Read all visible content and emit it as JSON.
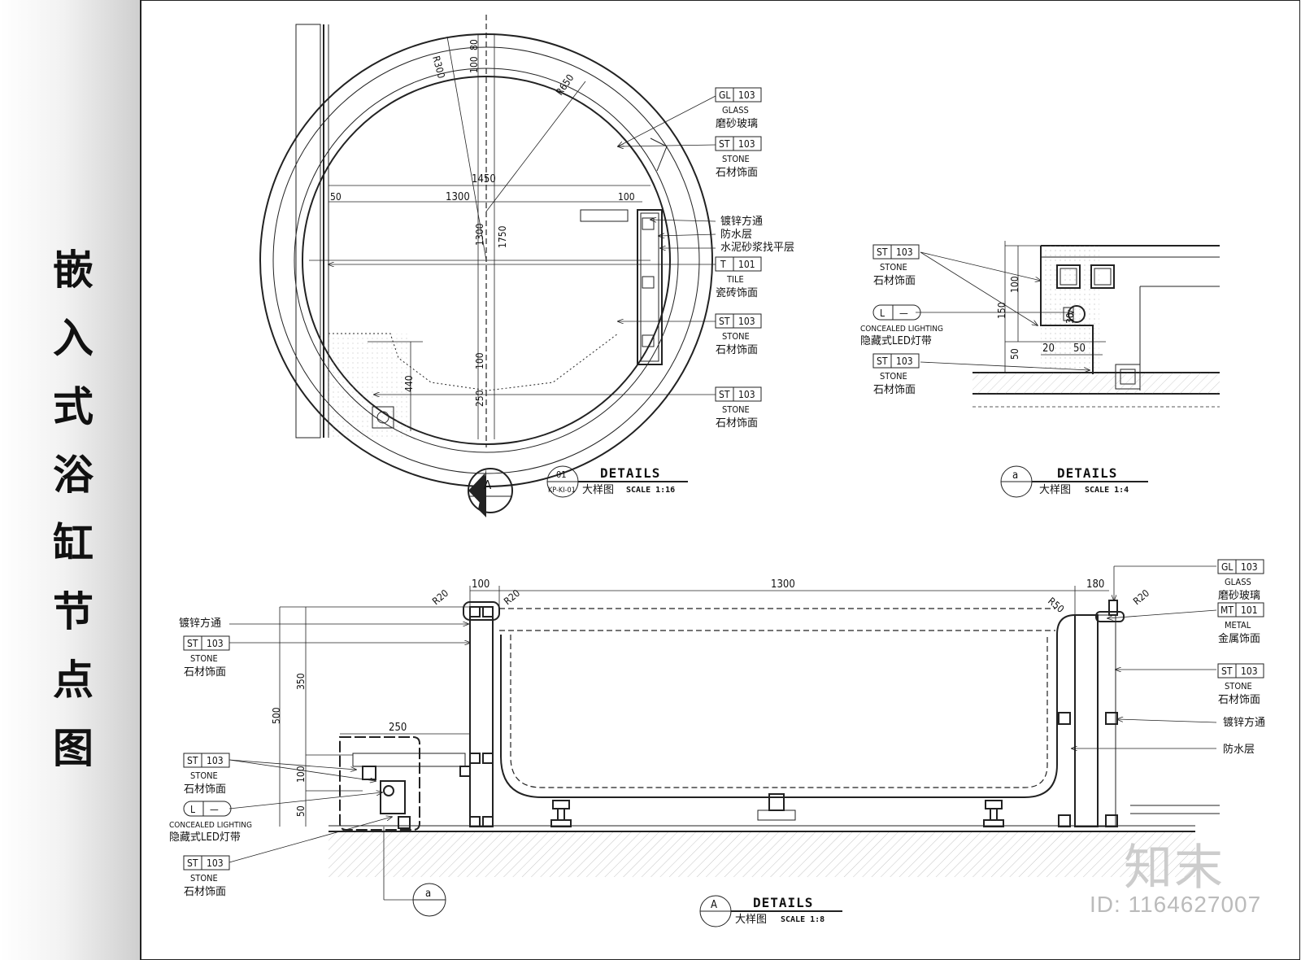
{
  "title_chars": [
    "嵌",
    "入",
    "式",
    "浴",
    "缸",
    "节",
    "点",
    "图"
  ],
  "plan": {
    "dims": {
      "r300": "R300",
      "r650": "R650",
      "d100": "100",
      "d80": "80",
      "w1450": "1450",
      "w1300": "1300",
      "w50": "50",
      "w100": "100",
      "h1300": "1300",
      "h1750": "1750",
      "h100": "100",
      "h250": "250",
      "h440": "440"
    },
    "notes": [
      "镀锌方通",
      "防水层",
      "水泥砂浆找平层"
    ],
    "tags": [
      {
        "code": "GL",
        "num": "103",
        "en": "GLASS",
        "cn": "磨砂玻璃"
      },
      {
        "code": "ST",
        "num": "103",
        "en": "STONE",
        "cn": "石材饰面"
      },
      {
        "code": "T",
        "num": "101",
        "en": "TILE",
        "cn": "瓷砖饰面"
      },
      {
        "code": "ST",
        "num": "103",
        "en": "STONE",
        "cn": "石材饰面"
      },
      {
        "code": "ST",
        "num": "103",
        "en": "STONE",
        "cn": "石材饰面"
      }
    ],
    "section_marker": "A",
    "caption": {
      "num": "01",
      "ref": "KP-KI-01",
      "title": "DETAILS",
      "cn": "大样图",
      "scale": "SCALE 1:16"
    }
  },
  "detail_a": {
    "dims": {
      "h100": "100",
      "h150": "150",
      "h50": "50",
      "w20": "20",
      "w50": "50",
      "v30": "30"
    },
    "tags": [
      {
        "code": "ST",
        "num": "103",
        "en": "STONE",
        "cn": "石材饰面"
      },
      {
        "code": "L",
        "num": "—",
        "en": "CONCEALED LIGHTING",
        "cn": "隐藏式LED灯带"
      },
      {
        "code": "ST",
        "num": "103",
        "en": "STONE",
        "cn": "石材饰面"
      }
    ],
    "caption": {
      "marker": "a",
      "title": "DETAILS",
      "cn": "大样图",
      "scale": "SCALE 1:4"
    }
  },
  "section": {
    "dims": {
      "w100": "100",
      "w1300": "1300",
      "w180": "180",
      "w250": "250",
      "r20a": "R20",
      "r20b": "R20",
      "r50": "R50",
      "r20c": "R20",
      "h500": "500",
      "h350": "350",
      "h100": "100",
      "h50": "50"
    },
    "left_notes": [
      "镀锌方通"
    ],
    "left_tags": [
      {
        "code": "ST",
        "num": "103",
        "en": "STONE",
        "cn": "石材饰面"
      },
      {
        "code": "ST",
        "num": "103",
        "en": "STONE",
        "cn": "石材饰面"
      },
      {
        "code": "L",
        "num": "—",
        "en": "CONCEALED LIGHTING",
        "cn": "隐藏式LED灯带"
      },
      {
        "code": "ST",
        "num": "103",
        "en": "STONE",
        "cn": "石材饰面"
      }
    ],
    "right_tags": [
      {
        "code": "GL",
        "num": "103",
        "en": "GLASS",
        "cn": "磨砂玻璃"
      },
      {
        "code": "MT",
        "num": "101",
        "en": "METAL",
        "cn": "金属饰面"
      },
      {
        "code": "ST",
        "num": "103",
        "en": "STONE",
        "cn": "石材饰面"
      }
    ],
    "right_notes": [
      "镀锌方通",
      "防水层"
    ],
    "callout_marker": "a",
    "caption": {
      "marker": "A",
      "title": "DETAILS",
      "cn": "大样图",
      "scale": "SCALE 1:8"
    }
  },
  "watermark": {
    "logo": "知末",
    "id": "ID: 1164627007"
  }
}
